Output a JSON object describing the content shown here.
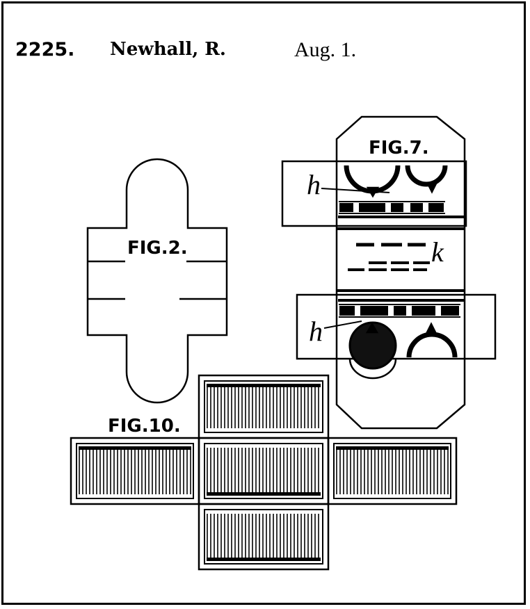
{
  "header": {
    "number": "2225.",
    "name": "Newhall, R.",
    "date": "Aug. 1."
  },
  "figures": {
    "fig2": {
      "label": "FIG.2."
    },
    "fig7": {
      "label": "FIG.7.",
      "letter_h_top": "h",
      "letter_k": "k",
      "letter_h_bottom": "h"
    },
    "fig10": {
      "label": "FIG.10."
    }
  },
  "colors": {
    "ink": "#000000",
    "paper": "#ffffff"
  }
}
